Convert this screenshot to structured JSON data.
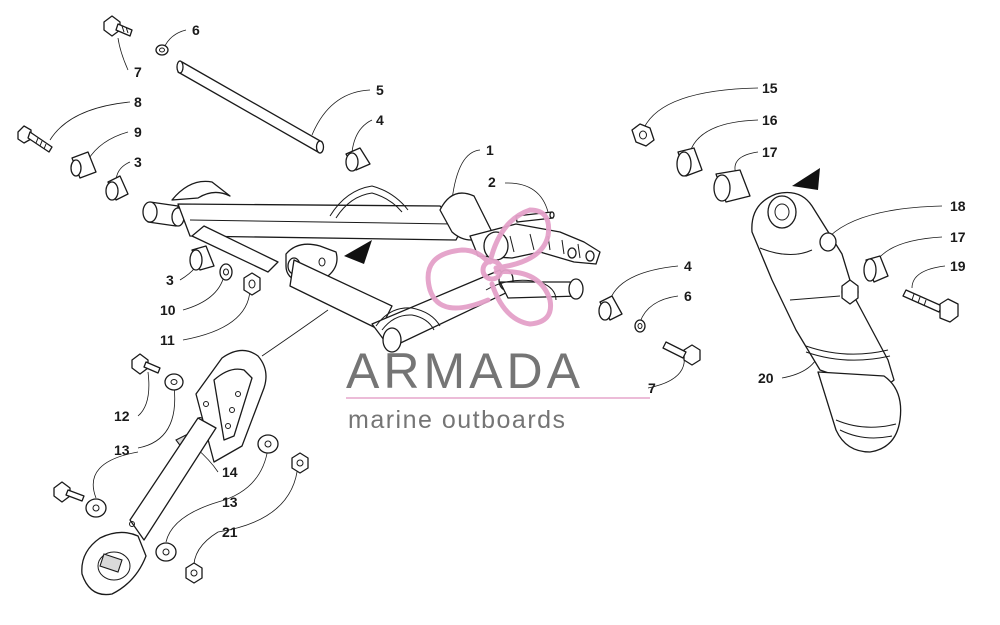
{
  "watermark": {
    "brand": "ARMADA",
    "tagline": "marine outboards",
    "logo_color": "#e4a1c9",
    "text_color": "#6e6e6e"
  },
  "callouts": [
    "1",
    "2",
    "3",
    "3",
    "4",
    "4",
    "5",
    "6",
    "6",
    "7",
    "7",
    "8",
    "9",
    "10",
    "11",
    "12",
    "13",
    "13",
    "14",
    "15",
    "16",
    "17",
    "17",
    "18",
    "19",
    "20",
    "21"
  ]
}
